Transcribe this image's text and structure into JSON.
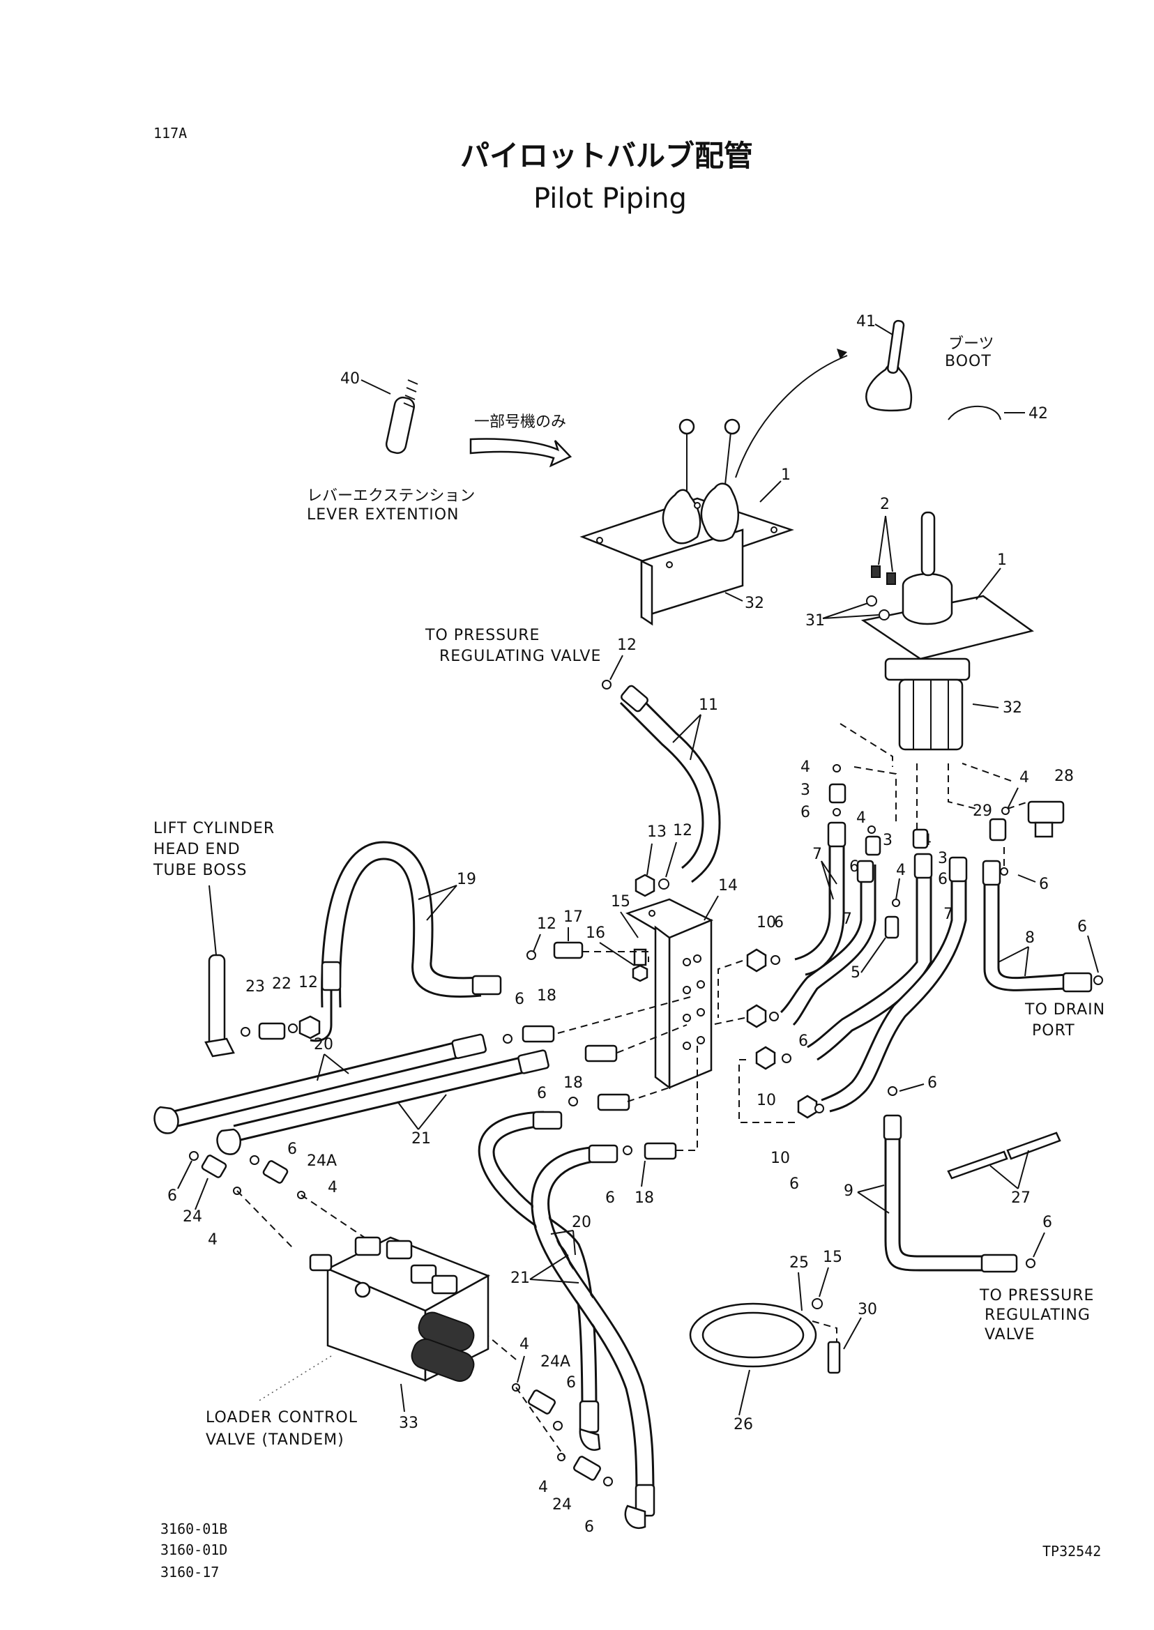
{
  "header": {
    "page_ref": "117A",
    "title_ja": "パイロットバルブ配管",
    "title_en": "Pilot Piping"
  },
  "annotations": {
    "boot_ja": "ブーツ",
    "boot_en": "BOOT",
    "some_models_ja": "一部号機のみ",
    "lever_ext_ja": "レバーエクステンション",
    "lever_ext_en": "LEVER EXTENTION",
    "prv_top_1": "TO PRESSURE",
    "prv_top_2": "REGULATING VALVE",
    "lift_cyl_1": "LIFT CYLINDER",
    "lift_cyl_2": "HEAD END",
    "lift_cyl_3": "TUBE BOSS",
    "drain_1": "TO DRAIN",
    "drain_2": "PORT",
    "prv_bottom_1": "TO PRESSURE",
    "prv_bottom_2": "REGULATING",
    "prv_bottom_3": "VALVE",
    "loader_1": "LOADER CONTROL",
    "loader_2": "VALVE (TANDEM)"
  },
  "callouts": {
    "c1a": "1",
    "c1b": "1",
    "c2": "2",
    "c3a": "3",
    "c3b": "3",
    "c3c": "3",
    "c4a": "4",
    "c4b": "4",
    "c4c": "4",
    "c4d": "4",
    "c4e": "4",
    "c4f": "4",
    "c4g": "4",
    "c4h": "4",
    "c5": "5",
    "c6a": "6",
    "c6b": "6",
    "c6c": "6",
    "c6d": "6",
    "c6e": "6",
    "c6f": "6",
    "c6g": "6",
    "c6h": "6",
    "c6i": "6",
    "c6j": "6",
    "c6k": "6",
    "c6l": "6",
    "c6m": "6",
    "c6n": "6",
    "c6o": "6",
    "c6p": "6",
    "c7a": "7",
    "c7b": "7",
    "c7c": "7",
    "c8": "8",
    "c9": "9",
    "c10a": "10",
    "c10b": "10",
    "c10c": "10",
    "c11": "11",
    "c12a": "12",
    "c12b": "12",
    "c12c": "12",
    "c12d": "12",
    "c13": "13",
    "c14": "14",
    "c15a": "15",
    "c15b": "15",
    "c16": "16",
    "c17": "17",
    "c18a": "18",
    "c18b": "18",
    "c18c": "18",
    "c19": "19",
    "c20a": "20",
    "c20b": "20",
    "c21a": "21",
    "c21b": "21",
    "c22": "22",
    "c23": "23",
    "c24a": "24",
    "c24b": "24",
    "c24Aa": "24A",
    "c24Ab": "24A",
    "c25": "25",
    "c26": "26",
    "c27": "27",
    "c28": "28",
    "c29": "29",
    "c30": "30",
    "c31": "31",
    "c32a": "32",
    "c32b": "32",
    "c33": "33",
    "c40": "40",
    "c41": "41",
    "c42": "42"
  },
  "footer": {
    "model_1": "3160-01B",
    "model_2": "3160-01D",
    "model_3": "3160-17",
    "drawing_no": "TP32542"
  }
}
